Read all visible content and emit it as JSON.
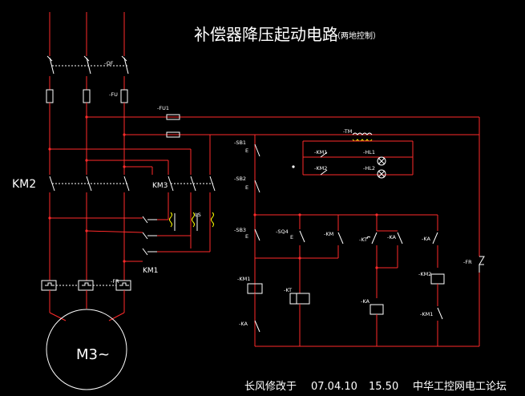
{
  "title": "补偿器降压起动电路",
  "subtitle": "（两地控制）",
  "footer": {
    "author": "长风修改于",
    "date": "07.04.10",
    "time": "15.50",
    "forum": "中华工控网电工论坛"
  },
  "power_labels": {
    "qf": "-QF",
    "fu": "-FU",
    "fu1": "-FU1",
    "km2": "KM2",
    "km3": "KM3",
    "km1": "KM1",
    "fr": "-FR",
    "motor": "M3~"
  },
  "control_labels": {
    "tm": "-TM",
    "km1_hl": "-KM1",
    "hl1": "-HL1",
    "km2_hl": "-KM2",
    "hl2": "-HL2",
    "sb1": "-SB1",
    "sb2": "-SB2",
    "sb3": "-SB3",
    "sq4": "-SQ4",
    "km_seal": "-KM",
    "kt_contact": "-KT",
    "ka_contact1": "-KA",
    "ka_contact2": "-KA",
    "fr_contact": "-FR",
    "km1_coil": "-KM1",
    "kt_coil": "-KT",
    "ka_coil": "-KA",
    "km2_coil": "-KM2",
    "ka_nc": "-KA",
    "km1_interlock": "-KM1"
  },
  "colors": {
    "wire": "#ff2a2a",
    "component": "#ffffff",
    "transformer": "#ffff00",
    "background": "#000000"
  }
}
